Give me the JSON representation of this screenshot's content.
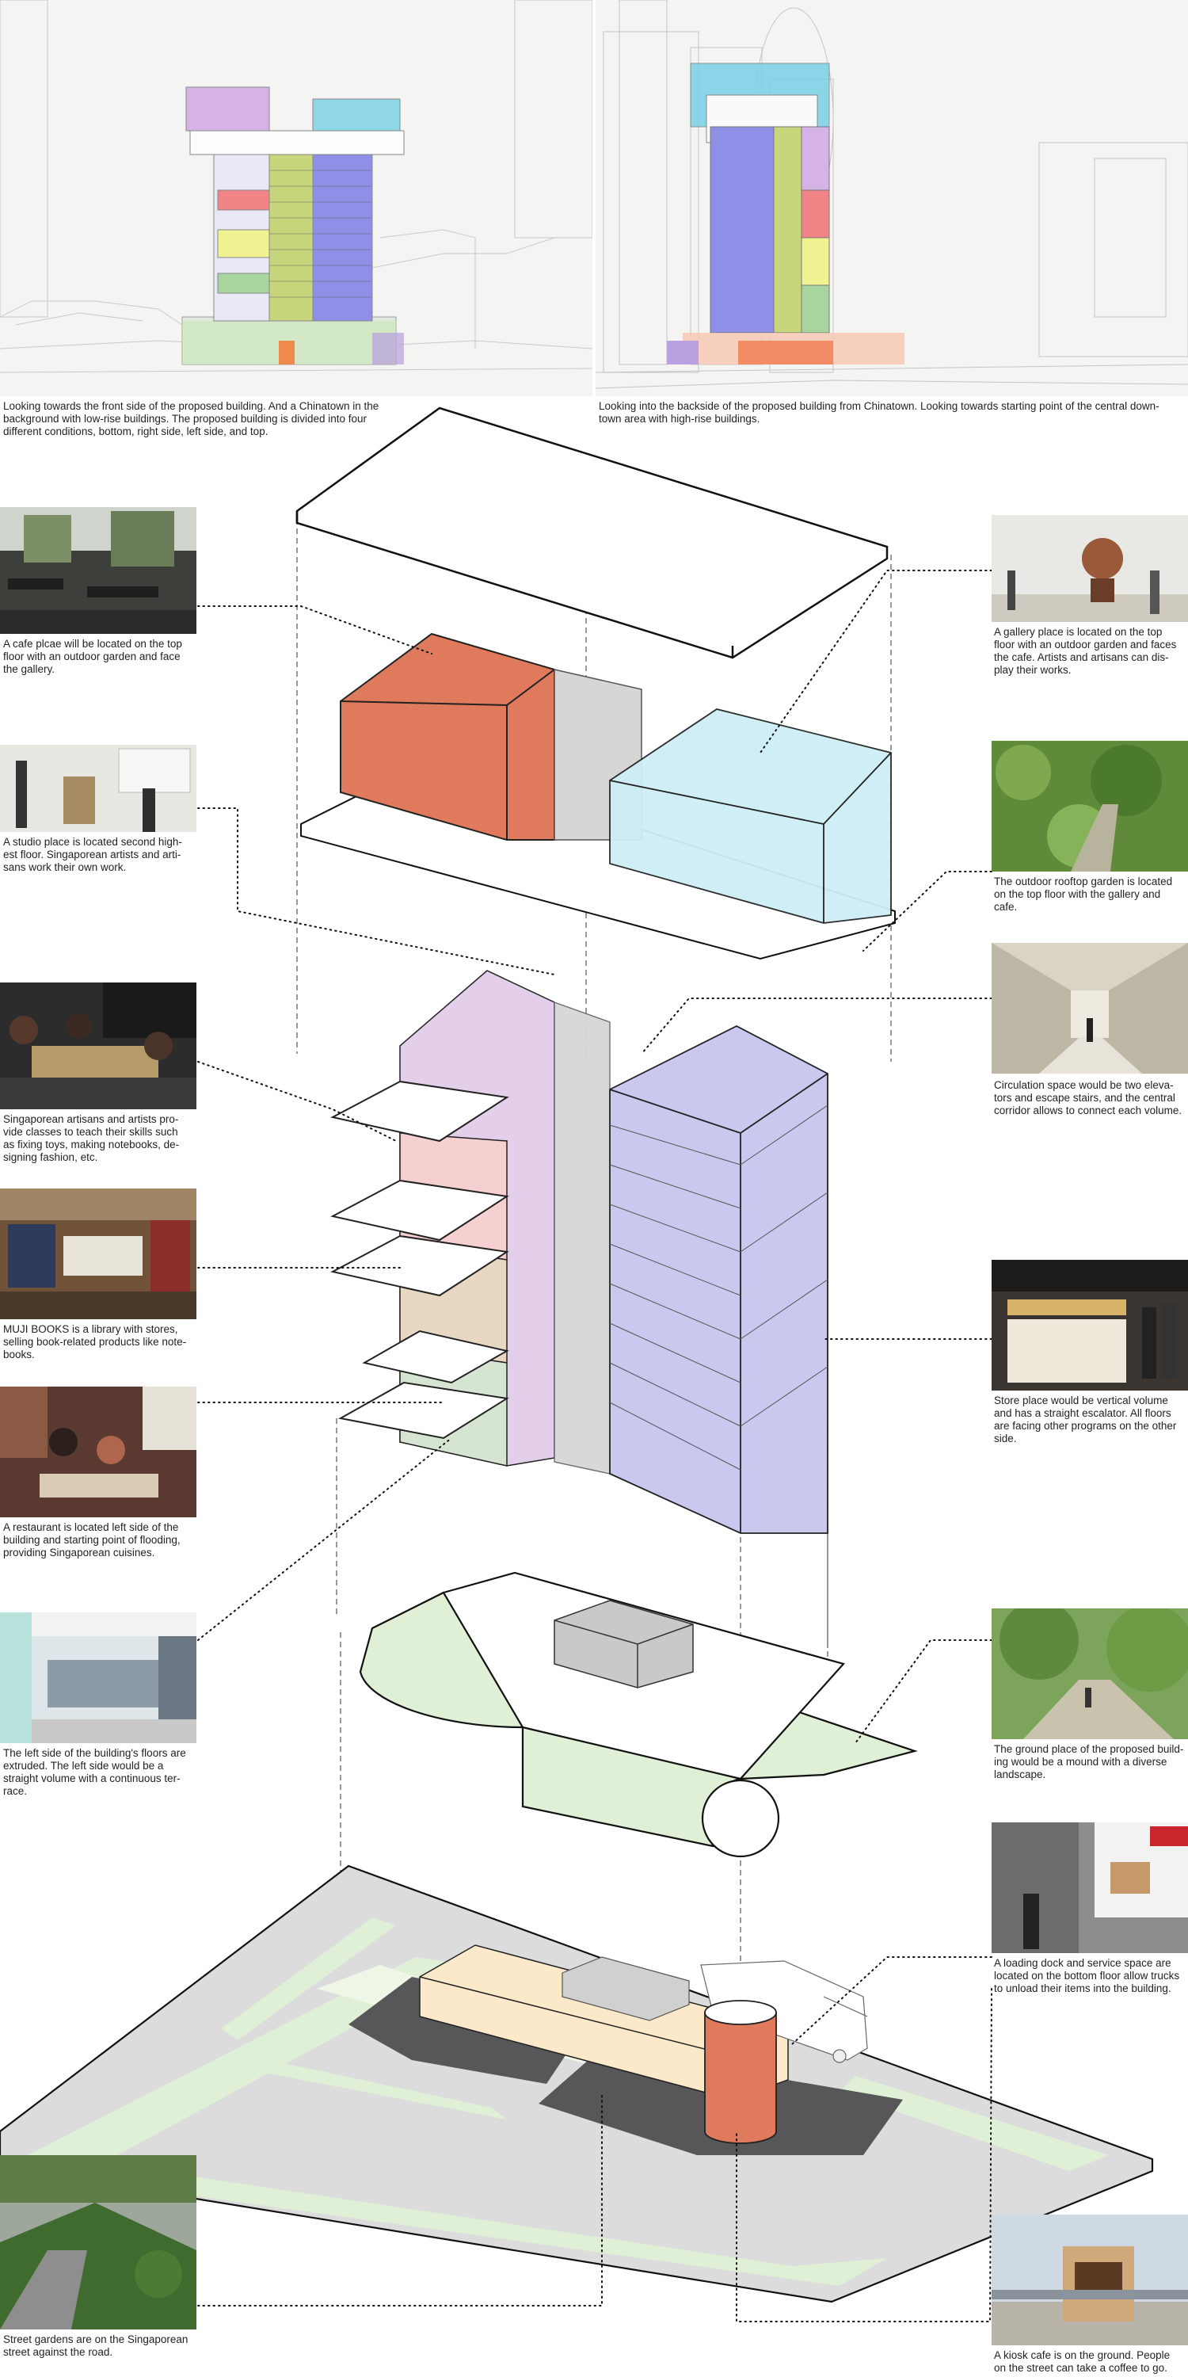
{
  "top_captions": {
    "front": "Looking towards the front side of the proposed building. And a Chinatown in the background with low-rise buildings. The proposed building is divided into four different conditions, bottom, right side, left side, and top.",
    "back": "Looking into the backside of the proposed building from Chinatown. Looking towards starting point of the central down-town area with high-rise buildings."
  },
  "left_captions": {
    "cafe": "A cafe plcae will be located on the top\nfloor with an outdoor garden and face\nthe gallery.",
    "studio": "A studio place is located second high-\nest floor. Singaporean artists and arti-\nsans work their own work.",
    "classes": "Singaporean artisans and artists pro-\nvide classes to teach their skills such\nas fixing toys, making notebooks, de-\nsigning fashion, etc.",
    "muji": "MUJI BOOKS is a library with stores,\nselling book-related products like note-\nbooks.",
    "restaurant": "A restaurant is located left side of the\nbuilding and starting point of flooding,\nproviding Singaporean cuisines.",
    "terrace": "The left side of the building's floors are\nextruded. The left side would be a\nstraight volume with a continuous ter-\nrace.",
    "street": "Street gardens are on the Singaporean\nstreet against the road."
  },
  "right_captions": {
    "gallery": "A gallery place is located on the top\nfloor with an outdoor garden and faces\nthe cafe. Artists and artisans can dis-\nplay their works.",
    "rooftop": "The outdoor rooftop garden is located\non the top floor with the gallery and\ncafe.",
    "circulation": "Circulation space would be two eleva-\ntors and escape stairs, and the central\ncorridor allows to connect each volume.",
    "store": "Store place would be vertical volume\nand has a straight escalator. All floors\nare facing other programs on the other\nside.",
    "ground": "The ground place of the proposed build-\ning would be a mound with a diverse\nlandscape.",
    "loading": "A loading dock and service space are\nlocated on the bottom floor allow trucks\nto unload their items into the building.",
    "kiosk": "A kiosk cafe is on the ground. People\non the street can take a coffee to go."
  },
  "colors": {
    "cafe_orange": "#e07a5c",
    "gallery_cyan": "#cdeef5",
    "studio_lilac": "#e3cfe9",
    "classes_pink": "#f6cfd0",
    "muji_tan": "#e8d7c3",
    "restaurant_green": "#d6e4d2",
    "store_purple": "#c9c8ee",
    "core_gray": "#d6d6d6",
    "landscape_green": "#dff0d6",
    "ground_gray": "#dcdcdc",
    "asphalt": "#57575a",
    "loading_cream": "#fbe9c9"
  }
}
